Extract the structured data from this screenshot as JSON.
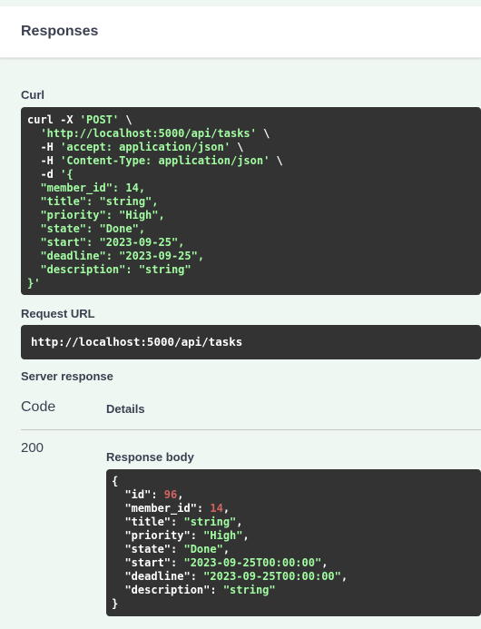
{
  "header": {
    "title": "Responses"
  },
  "curl": {
    "label": "Curl",
    "lines": [
      [
        {
          "t": "curl -X ",
          "c": ""
        },
        {
          "t": "'POST'",
          "c": "str"
        },
        {
          "t": " \\",
          "c": ""
        }
      ],
      [
        {
          "t": "  ",
          "c": ""
        },
        {
          "t": "'http://localhost:5000/api/tasks'",
          "c": "str"
        },
        {
          "t": " \\",
          "c": ""
        }
      ],
      [
        {
          "t": "  -H ",
          "c": ""
        },
        {
          "t": "'accept: application/json'",
          "c": "str"
        },
        {
          "t": " \\",
          "c": ""
        }
      ],
      [
        {
          "t": "  -H ",
          "c": ""
        },
        {
          "t": "'Content-Type: application/json'",
          "c": "str"
        },
        {
          "t": " \\",
          "c": ""
        }
      ],
      [
        {
          "t": "  -d ",
          "c": ""
        },
        {
          "t": "'{",
          "c": "str"
        }
      ],
      [
        {
          "t": "  \"member_id\": 14,",
          "c": "str"
        }
      ],
      [
        {
          "t": "  \"title\": \"string\",",
          "c": "str"
        }
      ],
      [
        {
          "t": "  \"priority\": \"High\",",
          "c": "str"
        }
      ],
      [
        {
          "t": "  \"state\": \"Done\",",
          "c": "str"
        }
      ],
      [
        {
          "t": "  \"start\": \"2023-09-25\",",
          "c": "str"
        }
      ],
      [
        {
          "t": "  \"deadline\": \"2023-09-25\",",
          "c": "str"
        }
      ],
      [
        {
          "t": "  \"description\": \"string\"",
          "c": "str"
        }
      ],
      [
        {
          "t": "}'",
          "c": "str"
        }
      ]
    ]
  },
  "request_url": {
    "label": "Request URL",
    "value": "http://localhost:5000/api/tasks"
  },
  "server_response": {
    "label": "Server response",
    "code_header": "Code",
    "details_header": "Details",
    "status_code": "200",
    "body_label": "Response body",
    "body_lines": [
      [
        {
          "t": "{",
          "c": ""
        }
      ],
      [
        {
          "t": "  \"id\": ",
          "c": ""
        },
        {
          "t": "96",
          "c": "num"
        },
        {
          "t": ",",
          "c": ""
        }
      ],
      [
        {
          "t": "  \"member_id\": ",
          "c": ""
        },
        {
          "t": "14",
          "c": "num"
        },
        {
          "t": ",",
          "c": ""
        }
      ],
      [
        {
          "t": "  \"title\": ",
          "c": ""
        },
        {
          "t": "\"string\"",
          "c": "str"
        },
        {
          "t": ",",
          "c": ""
        }
      ],
      [
        {
          "t": "  \"priority\": ",
          "c": ""
        },
        {
          "t": "\"High\"",
          "c": "str"
        },
        {
          "t": ",",
          "c": ""
        }
      ],
      [
        {
          "t": "  \"state\": ",
          "c": ""
        },
        {
          "t": "\"Done\"",
          "c": "str"
        },
        {
          "t": ",",
          "c": ""
        }
      ],
      [
        {
          "t": "  \"start\": ",
          "c": ""
        },
        {
          "t": "\"2023-09-25T00:00:00\"",
          "c": "str"
        },
        {
          "t": ",",
          "c": ""
        }
      ],
      [
        {
          "t": "  \"deadline\": ",
          "c": ""
        },
        {
          "t": "\"2023-09-25T00:00:00\"",
          "c": "str"
        },
        {
          "t": ",",
          "c": ""
        }
      ],
      [
        {
          "t": "  \"description\": ",
          "c": ""
        },
        {
          "t": "\"string\"",
          "c": "str"
        }
      ],
      [
        {
          "t": "}",
          "c": ""
        }
      ]
    ]
  },
  "colors": {
    "page_bg": "#eff7f2",
    "code_bg": "#333333",
    "string": "#a2fca2",
    "number": "#d36363"
  }
}
